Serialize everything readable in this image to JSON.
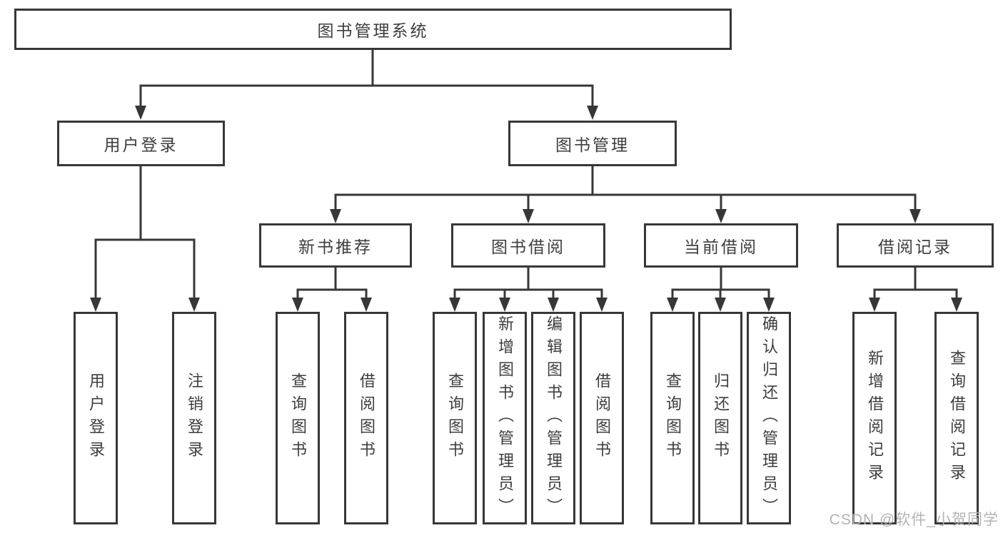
{
  "colors": {
    "line": "#373737",
    "text": "#3d3d3d",
    "background": "#ffffff",
    "watermark": "#b3b3b3"
  },
  "diagram": {
    "type": "hierarchy-tree",
    "root": {
      "label": "图书管理系统",
      "children": [
        {
          "label": "用户登录",
          "children": [
            {
              "label": "用户登录"
            },
            {
              "label": "注销登录"
            }
          ]
        },
        {
          "label": "图书管理",
          "children": [
            {
              "label": "新书推荐",
              "children": [
                {
                  "label": "查询图书"
                },
                {
                  "label": "借阅图书"
                }
              ]
            },
            {
              "label": "图书借阅",
              "children": [
                {
                  "label": "查询图书"
                },
                {
                  "label": "新增图书（管理员）"
                },
                {
                  "label": "编辑图书（管理员）"
                },
                {
                  "label": "借阅图书"
                }
              ]
            },
            {
              "label": "当前借阅",
              "children": [
                {
                  "label": "查询图书"
                },
                {
                  "label": "归还图书"
                },
                {
                  "label": "确认归还（管理员）"
                }
              ]
            },
            {
              "label": "借阅记录",
              "children": [
                {
                  "label": "新增借阅记录"
                },
                {
                  "label": "查询借阅记录"
                }
              ]
            }
          ]
        }
      ]
    }
  },
  "watermark": {
    "text": "CSDN @软件_小贺同学"
  }
}
